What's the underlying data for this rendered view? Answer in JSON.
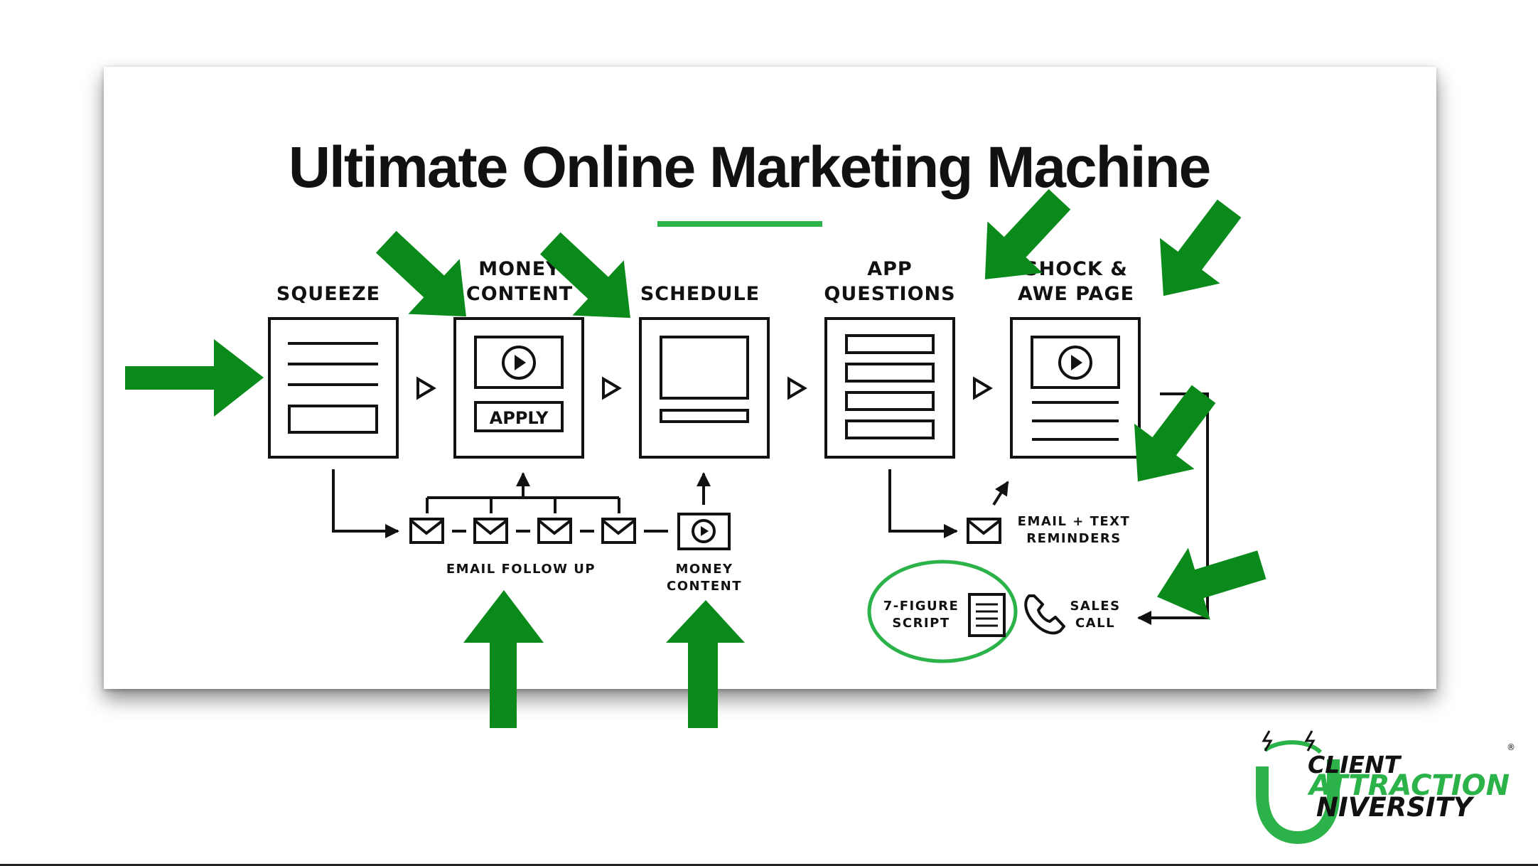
{
  "title": "Ultimate Online Marketing Machine",
  "colors": {
    "accent": "#2bb34a",
    "arrow": "#0a8a1a",
    "ink": "#111111"
  },
  "steps": [
    {
      "lines": [
        "SQUEEZE"
      ]
    },
    {
      "lines": [
        "MONEY",
        "CONTENT"
      ]
    },
    {
      "lines": [
        "SCHEDULE"
      ]
    },
    {
      "lines": [
        "APP",
        "QUESTIONS"
      ]
    },
    {
      "lines": [
        "SHOCK &",
        "AWE PAGE"
      ]
    }
  ],
  "apply_label": "APPLY",
  "email_follow_up": "EMAIL FOLLOW UP",
  "money_content": [
    "MONEY",
    "CONTENT"
  ],
  "reminders": [
    "EMAIL + TEXT",
    "REMINDERS"
  ],
  "script": [
    "7-FIGURE",
    "SCRIPT"
  ],
  "sales_call": [
    "SALES",
    "CALL"
  ],
  "logo": {
    "line1": "CLIENT",
    "line2": "ATTRACTION",
    "line3": "NIVERSITY",
    "mark": "®"
  },
  "icons": [
    "play-icon",
    "envelope-icon",
    "phone-icon",
    "document-icon",
    "lightning-icon"
  ]
}
